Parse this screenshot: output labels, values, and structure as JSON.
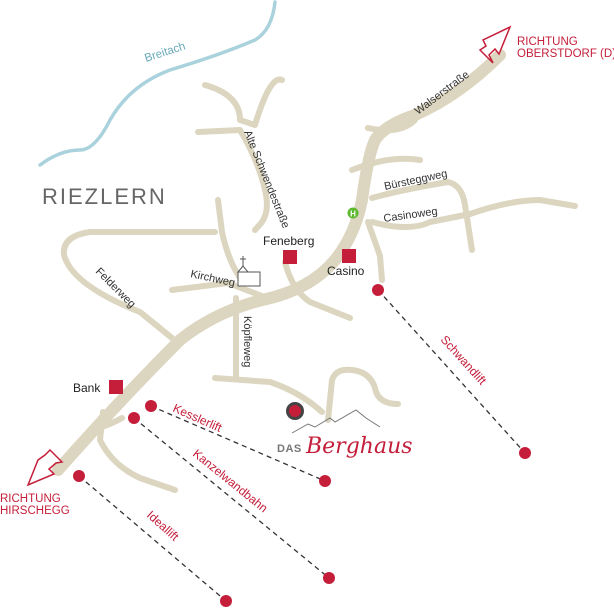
{
  "town": "RIEZLERN",
  "river": "Breitach",
  "streets": {
    "walserstrasse": "Walserstraße",
    "alte_schwendestrasse": "Alte Schwendestraße",
    "buersteggweg": "Bürsteggweg",
    "casinoweg": "Casinoweg",
    "felderweg": "Felderweg",
    "kirchweg": "Kirchweg",
    "koepfleweg": "Köpfleweg"
  },
  "places": {
    "feneberg": "Feneberg",
    "casino": "Casino",
    "bank": "Bank",
    "bus_stop": "H"
  },
  "lifts": {
    "schwandlift": "Schwandlift",
    "kesslerlift": "Kesslerlift",
    "kanzelwandbahn": "Kanzelwandbahn",
    "ideallift": "Ideallift"
  },
  "directions": {
    "oberstdorf_1": "RICHTUNG",
    "oberstdorf_2": "OBERSTDORF (D)",
    "hirschegg_1": "RICHTUNG",
    "hirschegg_2": "HIRSCHEGG"
  },
  "logo": {
    "prefix": "DAS",
    "name": "Berghaus"
  },
  "colors": {
    "accent": "#c41e3a",
    "road": "#dcd5bf",
    "river": "#a9d2dd",
    "bus": "#5cb82e"
  }
}
